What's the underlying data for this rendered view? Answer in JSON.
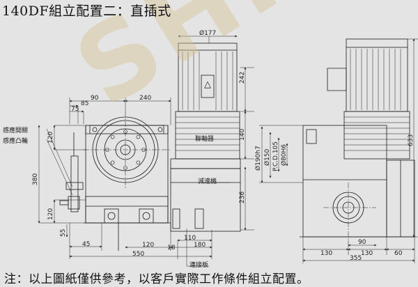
{
  "title": "140DF組立配置二：直插式",
  "note": "注：以上圖紙僅供參考，以客戶實際工作條件組立配置。",
  "watermark": "SHIYU",
  "callouts": {
    "sensor_switch": "感應開關",
    "sensor_cam": "感應凸輪",
    "reducer": "減速機",
    "coupling": "聯軸器",
    "connect_plate": "連接板"
  },
  "motor_symbol": "△",
  "dims_front": {
    "top_90": "90",
    "top_85": "85",
    "top_75": "75",
    "top_240": "240",
    "left_120": "120",
    "left_380": "380",
    "left_120b": "120",
    "left_55": "55",
    "b_45": "45",
    "b_120": "120",
    "b_110": "110",
    "b_180": "180",
    "b_18": "18",
    "b_550": "550",
    "r_236": "236"
  },
  "dims_side": {
    "phi177": "Ø177",
    "d242": "242",
    "d140": "140",
    "d633": "633",
    "phi190": "Ø190h7",
    "phi150": "Ø150",
    "pcd": "P.C.D.105",
    "phi80": "Ø80H6",
    "b_130": "130",
    "b_90": "90",
    "b_130b": "130",
    "b_60": "60",
    "b_355": "355"
  },
  "colors": {
    "background": "#e4e4e4",
    "line": "#1a1a1a",
    "watermark": "#d6c496"
  }
}
